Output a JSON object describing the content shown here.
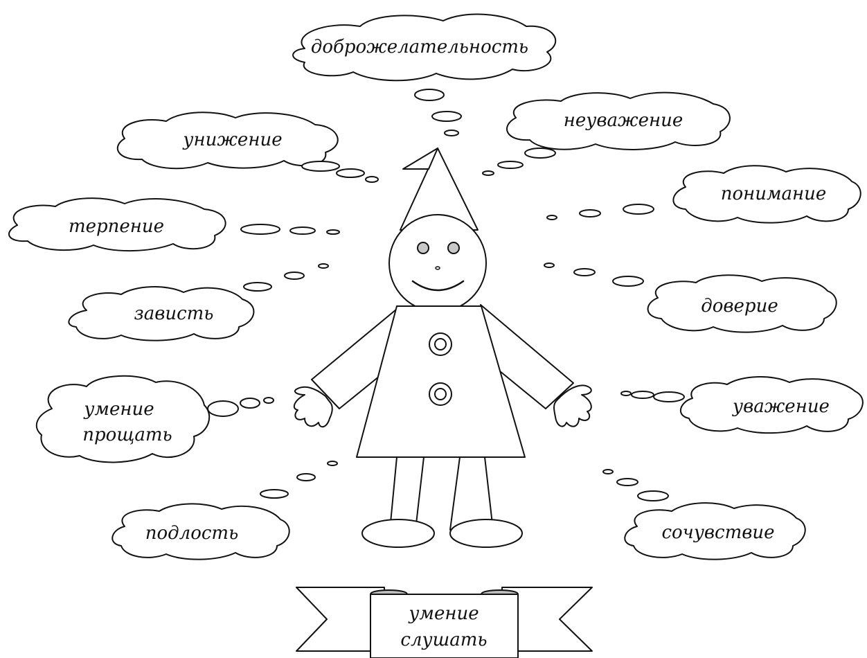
{
  "words": {
    "top": "доброжелательность",
    "unizhenie": "унижение",
    "neuvazhenie": "неуважение",
    "terpenie": "терпение",
    "ponimanie": "понимание",
    "zavist": "зависть",
    "doverie": "доверие",
    "umenie_proshchat_1": "умение",
    "umenie_proshchat_2": "прощать",
    "uvazhenie": "уважение",
    "podlost": "подлость",
    "sochuvstvie": "сочувствие"
  },
  "banner": {
    "line1": "умение",
    "line2": "слушать"
  },
  "colors": {
    "line": "#111111",
    "eye": "#c8c8c8",
    "scroll_shade": "#bdbdbd"
  }
}
